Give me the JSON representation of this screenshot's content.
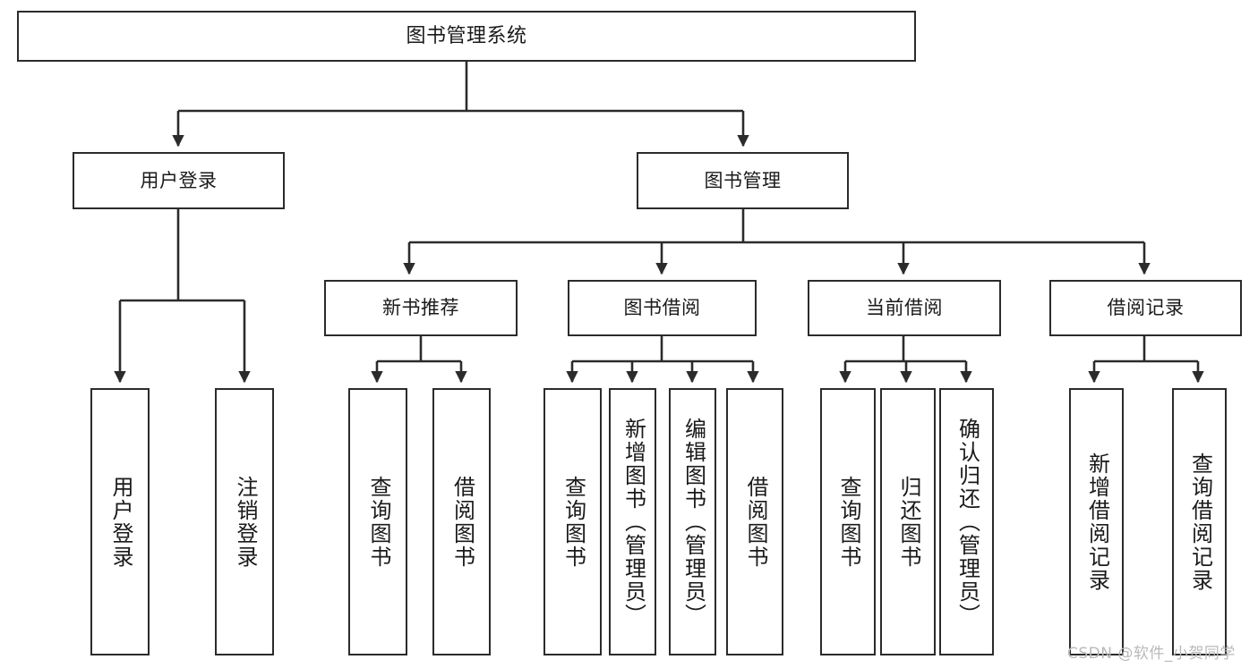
{
  "diagram": {
    "type": "tree",
    "title": "图书管理系统",
    "line_color": "#2b2b2b",
    "box_fill": "#ffffff",
    "text_color": "#1a1a1a"
  },
  "nodes": {
    "root": {
      "label": "图书管理系统"
    },
    "level1": [
      {
        "label": "用户登录"
      },
      {
        "label": "图书管理"
      }
    ],
    "level2": [
      {
        "label": "新书推荐"
      },
      {
        "label": "图书借阅"
      },
      {
        "label": "当前借阅"
      },
      {
        "label": "借阅记录"
      }
    ],
    "leaves": {
      "user_login": [
        {
          "label": "用户登录"
        },
        {
          "label": "注销登录"
        }
      ],
      "new_book_recommend": [
        {
          "label": "查询图书"
        },
        {
          "label": "借阅图书"
        }
      ],
      "book_borrow": [
        {
          "label": "查询图书"
        },
        {
          "label": "新增图书（管理员）"
        },
        {
          "label": "编辑图书（管理员）"
        },
        {
          "label": "借阅图书"
        }
      ],
      "current_borrow": [
        {
          "label": "查询图书"
        },
        {
          "label": "归还图书"
        },
        {
          "label": "确认归还（管理员）"
        }
      ],
      "borrow_record": [
        {
          "label": "新增借阅记录"
        },
        {
          "label": "查询借阅记录"
        }
      ]
    }
  },
  "watermark": {
    "text": "CSDN @软件_小贺同学"
  }
}
